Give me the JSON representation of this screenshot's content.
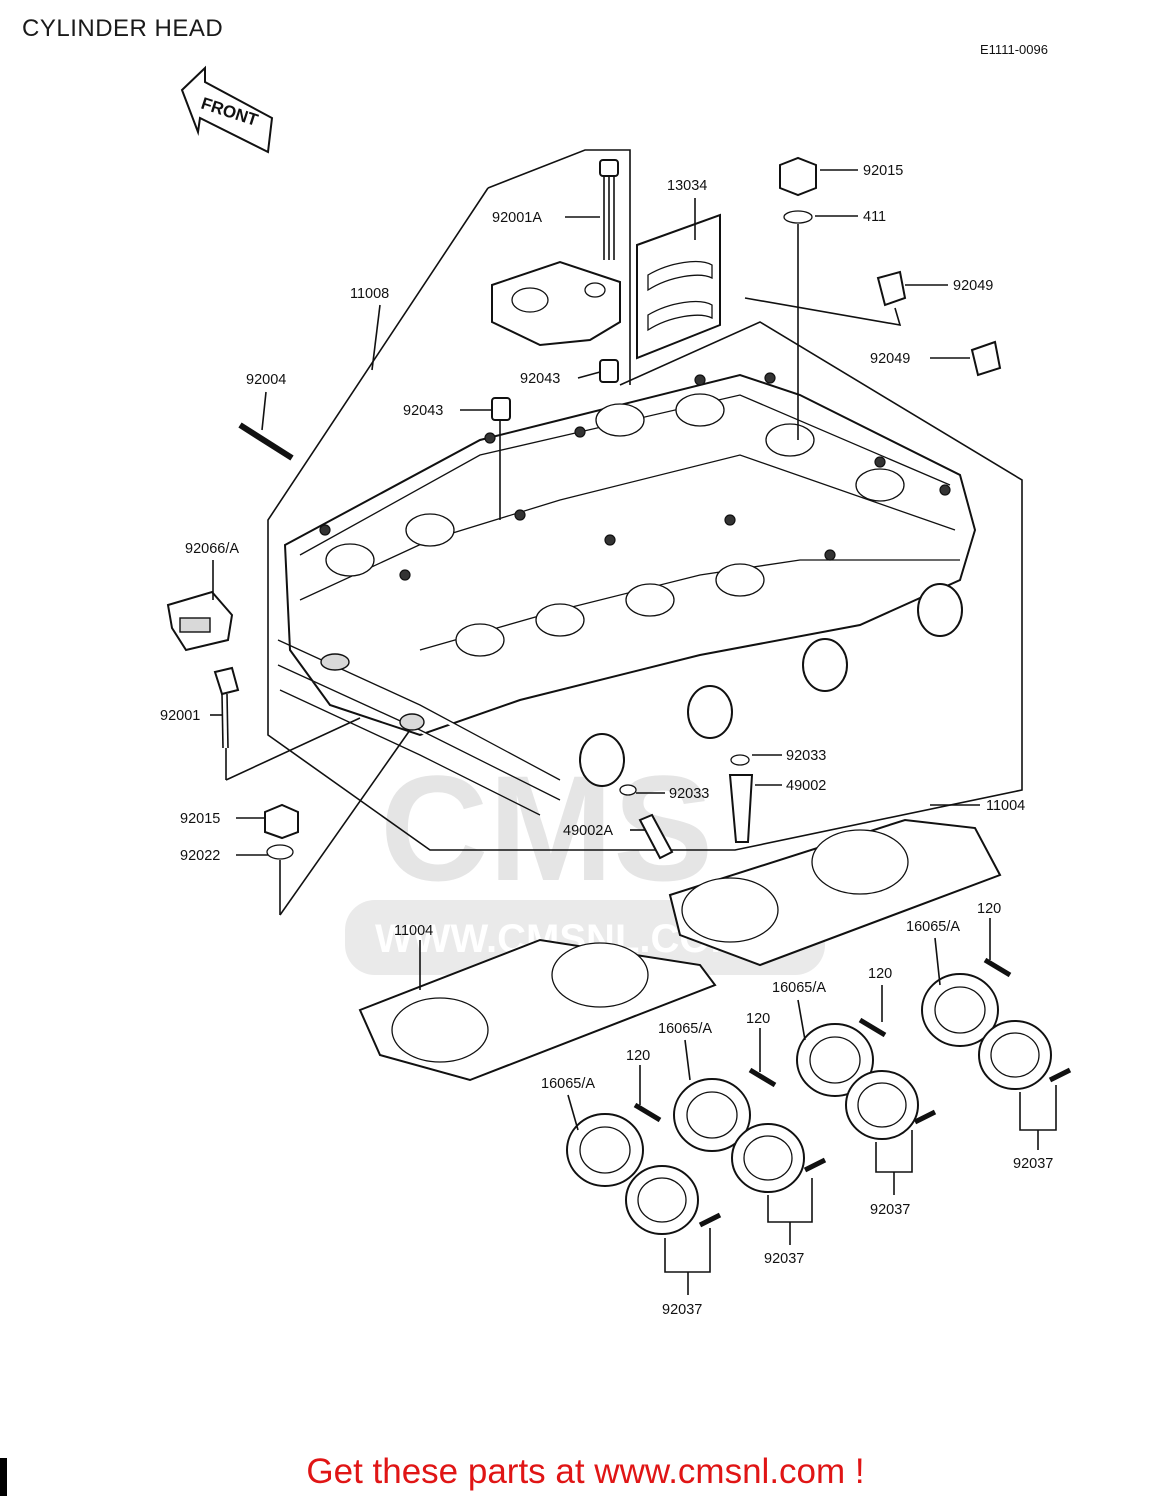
{
  "header": {
    "title": "CYLINDER HEAD",
    "diagram_code": "E1111-0096"
  },
  "front_marker": "FRONT",
  "watermark": {
    "logo": "CMS",
    "url": "WWW.CMSNL.COM"
  },
  "labels": {
    "l92015_top": "92015",
    "l411": "411",
    "l13034": "13034",
    "l92001A": "92001A",
    "l92049_a": "92049",
    "l92049_b": "92049",
    "l11008": "11008",
    "l92004": "92004",
    "l92043_a": "92043",
    "l92043_b": "92043",
    "l92066": "92066/A",
    "l92001": "92001",
    "l92015_bot": "92015",
    "l92022": "92022",
    "l92033_a": "92033",
    "l49002": "49002",
    "l92033_b": "92033",
    "l49002A": "49002A",
    "l11004_r": "11004",
    "l11004_l": "11004",
    "l120_1": "120",
    "l120_2": "120",
    "l120_3": "120",
    "l120_4": "120",
    "l16065_1": "16065/A",
    "l16065_2": "16065/A",
    "l16065_3": "16065/A",
    "l16065_4": "16065/A",
    "l92037_1": "92037",
    "l92037_2": "92037",
    "l92037_3": "92037",
    "l92037_4": "92037"
  },
  "footer": {
    "cta": "Get these parts at www.cmsnl.com !"
  }
}
